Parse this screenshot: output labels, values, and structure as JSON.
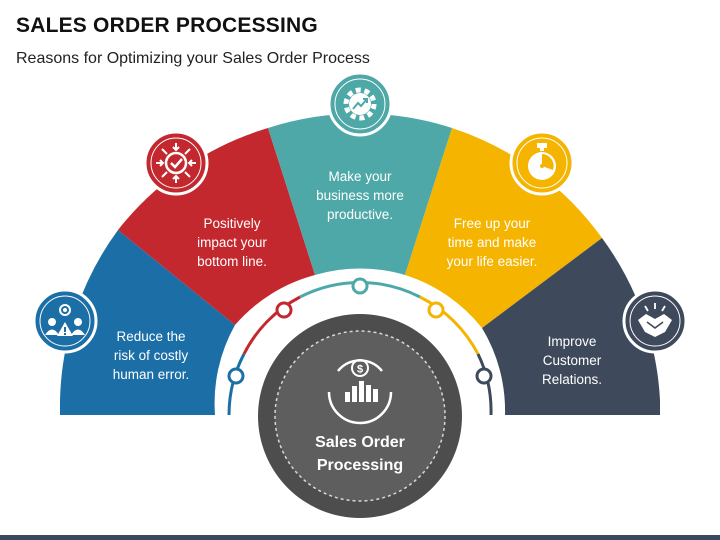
{
  "title": "SALES ORDER PROCESSING",
  "subtitle": "Reasons for Optimizing your Sales Order Process",
  "center": {
    "label": "Sales Order\nProcessing",
    "icon": "dollar-growth-chart-icon"
  },
  "segments": [
    {
      "text": "Reduce the\nrisk of costly\nhuman error.",
      "color": "#1c6fa6",
      "icon": "team-gear-warning-icon"
    },
    {
      "text": "Positively\nimpact your\nbottom line.",
      "color": "#c4282f",
      "icon": "target-check-arrows-icon"
    },
    {
      "text": "Make your\nbusiness more\nproductive.",
      "color": "#4fa8a8",
      "icon": "gear-growth-icon"
    },
    {
      "text": "Free up your\ntime and make\nyour life easier.",
      "color": "#f5b400",
      "icon": "stopwatch-icon"
    },
    {
      "text": "Improve\nCustomer\nRelations.",
      "color": "#3e4a5c",
      "icon": "handshake-icon"
    }
  ],
  "colors": {
    "center_dark": "#4d4d4d",
    "center_mid": "#5e5e5e",
    "bar": "#3a4a5c"
  }
}
